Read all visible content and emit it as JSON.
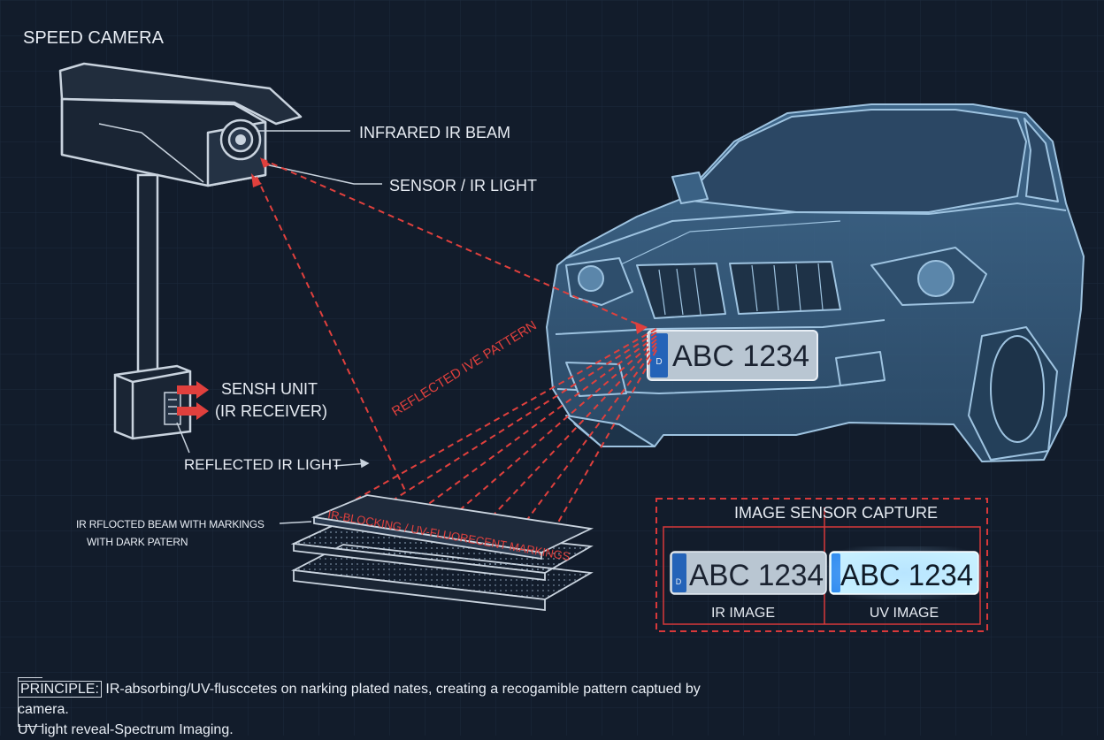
{
  "title": "SPEED CAMERA",
  "labels": {
    "infrared_beam": "INFRARED IR BEAM",
    "sensor_light": "SENSOR / IR LIGHT",
    "sensing_unit": "SENSH UNIT",
    "ir_receiver": "(IR RECEIVER)",
    "reflected_light": "REFLECTED IR LIGHT",
    "beam_markings_1": "IR RFLOCTED BEAM WITH MARKINGS",
    "beam_markings_2": "WITH DARK PATERN",
    "reflected_pattern": "REFLECTED IVE PATTERN",
    "film_markings": "IR-BLOCKING / UV-FLUORECENT MARKINGS"
  },
  "plate": {
    "text": "ABC 1234",
    "badge": "D"
  },
  "capture": {
    "title": "IMAGE SENSOR CAPTURE",
    "ir_label": "IR IMAGE",
    "uv_label": "UV IMAGE",
    "ir_plate": "ABC 1234",
    "uv_plate": "ABC 1234"
  },
  "principle": {
    "prefix": "PRINCIPLE:",
    "line1": " IR-absorbing/UV-flusccetes on narking plated nates, creating a recogamible pattern captued by camera.",
    "line2": "UV light reveal-Spectrum Imaging."
  },
  "colors": {
    "background": "#121c2b",
    "line": "#c9d3de",
    "beam": "#e0403d",
    "car_fill": "#3f6b8e",
    "plate_ir": "#b9c6d2",
    "plate_uv": "#c9f2ff"
  }
}
